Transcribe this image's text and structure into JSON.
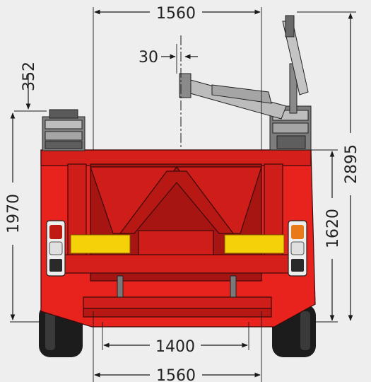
{
  "colors": {
    "background": "#eeeeee",
    "body_red": "#e8231e",
    "body_dark_red": "#a61512",
    "frame_red": "#cf1d19",
    "reflector_yellow": "#f5d10a",
    "tire_black": "#1c1c1c",
    "mechanism_gray": "#9a9a9a",
    "line": "#1a1a1a"
  },
  "dimensions": {
    "top_width": "1560",
    "bottom_width": "1560",
    "track_width": "1400",
    "offset": "30",
    "top_overhang": "352",
    "left_height": "1970",
    "right_height": "1620",
    "total_height": "2895"
  }
}
